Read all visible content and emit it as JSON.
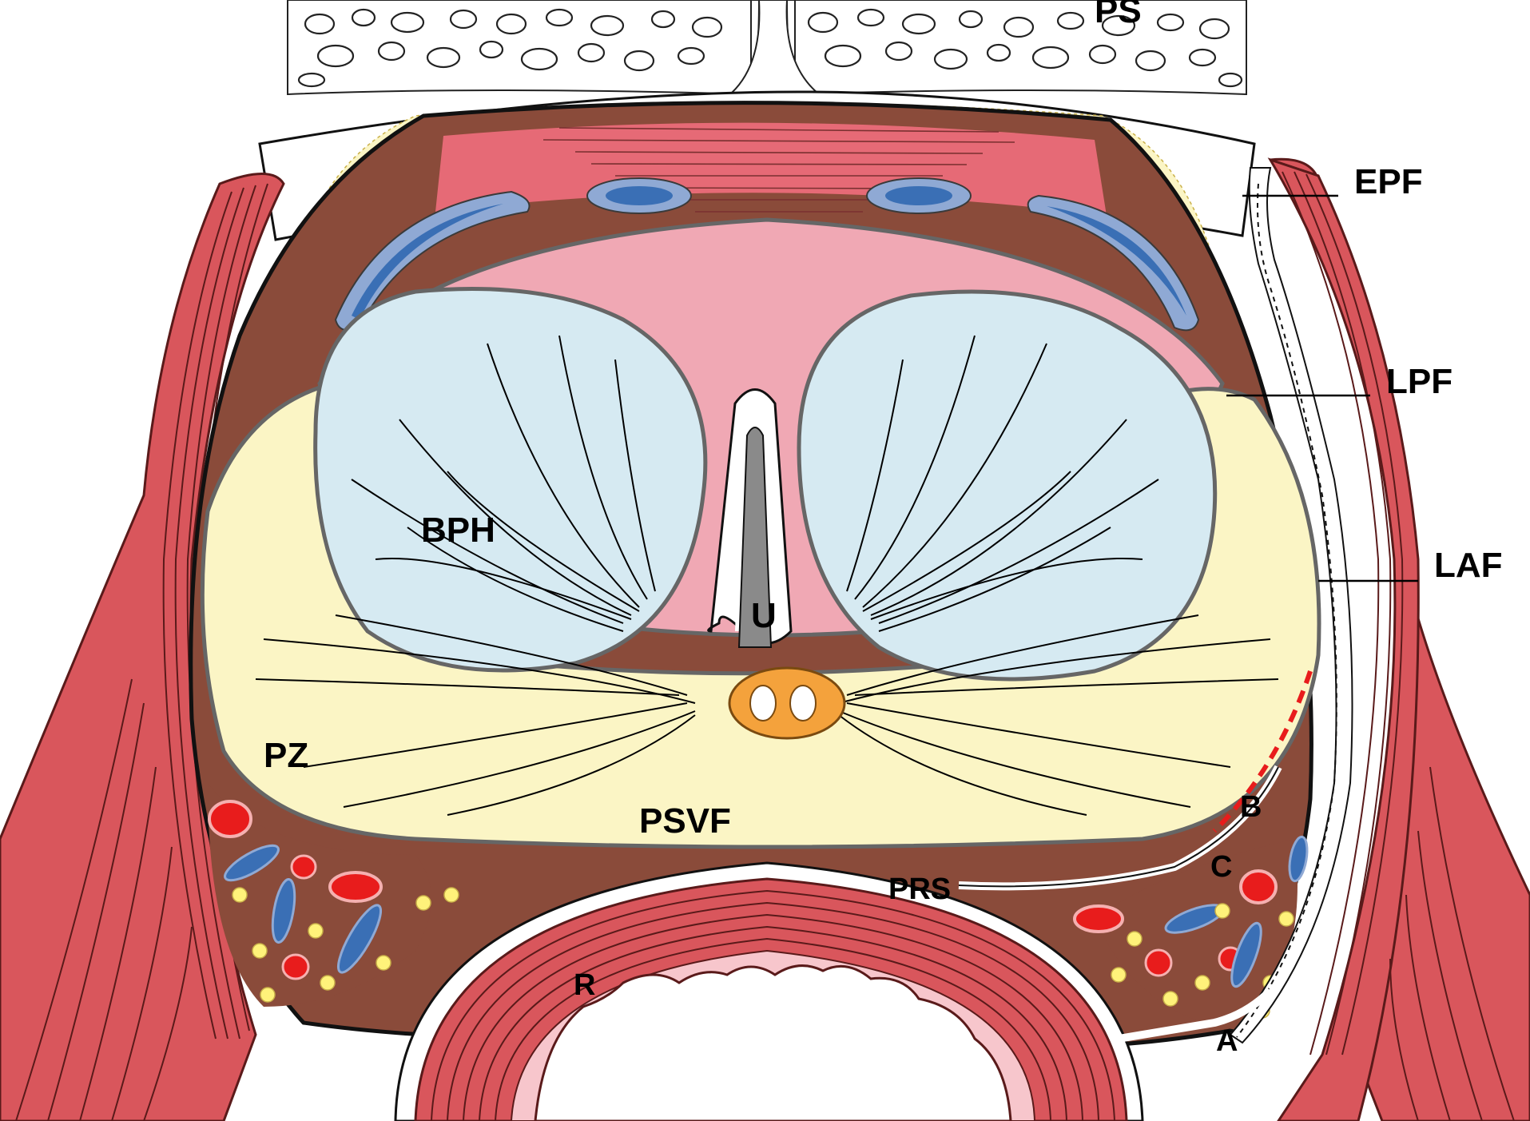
{
  "labels": {
    "ps": "PS",
    "epf": "EPF",
    "lpf": "LPF",
    "laf": "LAF",
    "bph": "BPH",
    "u": "U",
    "pz": "PZ",
    "psvf": "PSVF",
    "b": "B",
    "c": "C",
    "prs": "PRS",
    "r": "R",
    "a": "A"
  },
  "colors": {
    "muscle": "#d9565c",
    "muscle_dark": "#7a1e22",
    "capsule_brown": "#8a4b3a",
    "transition_pink": "#f0a8b4",
    "bph_blue": "#d6eaf2",
    "peripheral_yellow": "#fbf5c5",
    "vein_blue": "#3a6fb5",
    "artery_red": "#e81c1c",
    "fat_yellow": "#fff27a",
    "ejaculatory_orange": "#f4a23c",
    "rectal_mucosa": "#f7c6cc",
    "bone_outline": "#1a1a1a"
  }
}
